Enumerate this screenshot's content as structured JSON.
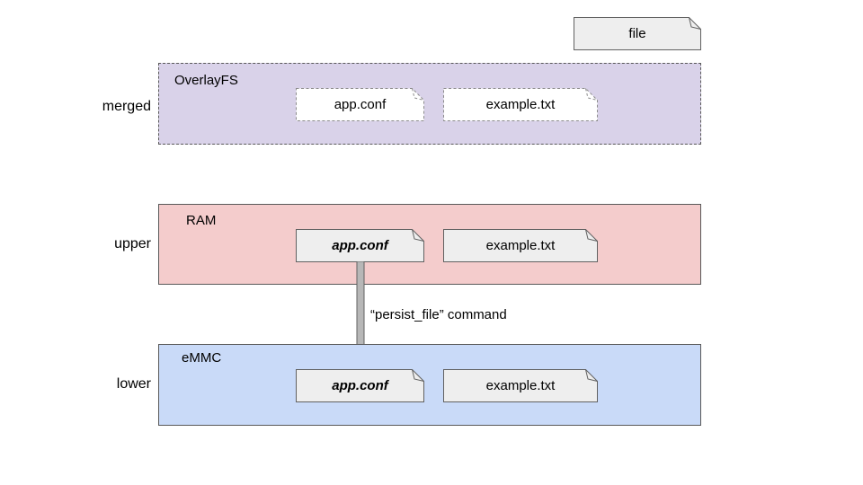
{
  "legend": {
    "file_label": "file"
  },
  "rows": [
    {
      "id": "merged",
      "outer_label": "merged",
      "inner_label": "OverlayFS",
      "fill": "#d9d2e9",
      "border_style": "dashed",
      "files": [
        {
          "name": "app.conf",
          "emphasis": false,
          "border_style": "dashed",
          "fill": "#ffffff"
        },
        {
          "name": "example.txt",
          "emphasis": false,
          "border_style": "dashed",
          "fill": "#ffffff"
        }
      ]
    },
    {
      "id": "upper",
      "outer_label": "upper",
      "inner_label": "RAM",
      "fill": "#f4cccc",
      "border_style": "solid",
      "files": [
        {
          "name": "app.conf",
          "emphasis": true,
          "border_style": "solid",
          "fill": "#eeeeee"
        },
        {
          "name": "example.txt",
          "emphasis": false,
          "border_style": "solid",
          "fill": "#eeeeee"
        }
      ]
    },
    {
      "id": "lower",
      "outer_label": "lower",
      "inner_label": "eMMC",
      "fill": "#c9daf8",
      "border_style": "solid",
      "files": [
        {
          "name": "app.conf",
          "emphasis": true,
          "border_style": "solid",
          "fill": "#eeeeee"
        },
        {
          "name": "example.txt",
          "emphasis": false,
          "border_style": "solid",
          "fill": "#eeeeee"
        }
      ]
    }
  ],
  "arrow": {
    "label": "“persist_file” command"
  },
  "colors": {
    "merged_fill": "#d9d2e9",
    "upper_fill": "#f4cccc",
    "lower_fill": "#c9daf8",
    "file_fill_gray": "#eeeeee",
    "file_fill_white": "#ffffff",
    "container_border": "#595959",
    "file_border": "#616161",
    "dashed_file_border": "#8c8c8c",
    "arrow_fill": "#b7b7b7",
    "arrow_border": "#616161"
  }
}
